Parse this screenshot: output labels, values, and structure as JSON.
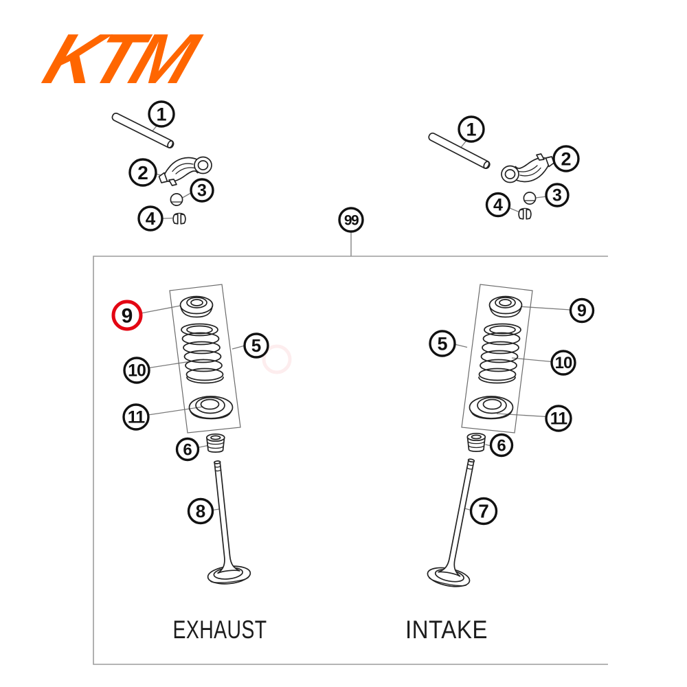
{
  "logo": {
    "text": "KTM",
    "color": "#ff6600"
  },
  "colors": {
    "accent_orange": "#ff6600",
    "highlight_red": "#e30613",
    "line": "#222222",
    "frame_border": "#9c9c9c"
  },
  "frame_labels": {
    "exhaust": "EXHAUST",
    "intake": "INTAKE"
  },
  "callouts": {
    "left_rocker": {
      "shaft": "1",
      "rocker_arm": "2",
      "cap": "3",
      "collet": "4"
    },
    "right_rocker": {
      "shaft": "1",
      "rocker_arm": "2",
      "cap": "3",
      "collet": "4"
    },
    "valve_group": "99",
    "exhaust": {
      "retainer": "9",
      "spring_kit": "5",
      "spring": "10",
      "seat": "11",
      "seal": "6",
      "valve": "8"
    },
    "intake": {
      "retainer": "9",
      "spring_kit": "5",
      "spring": "10",
      "seat": "11",
      "seal": "6",
      "valve": "7"
    }
  },
  "highlighted": {
    "callout": "9",
    "section": "exhaust"
  }
}
